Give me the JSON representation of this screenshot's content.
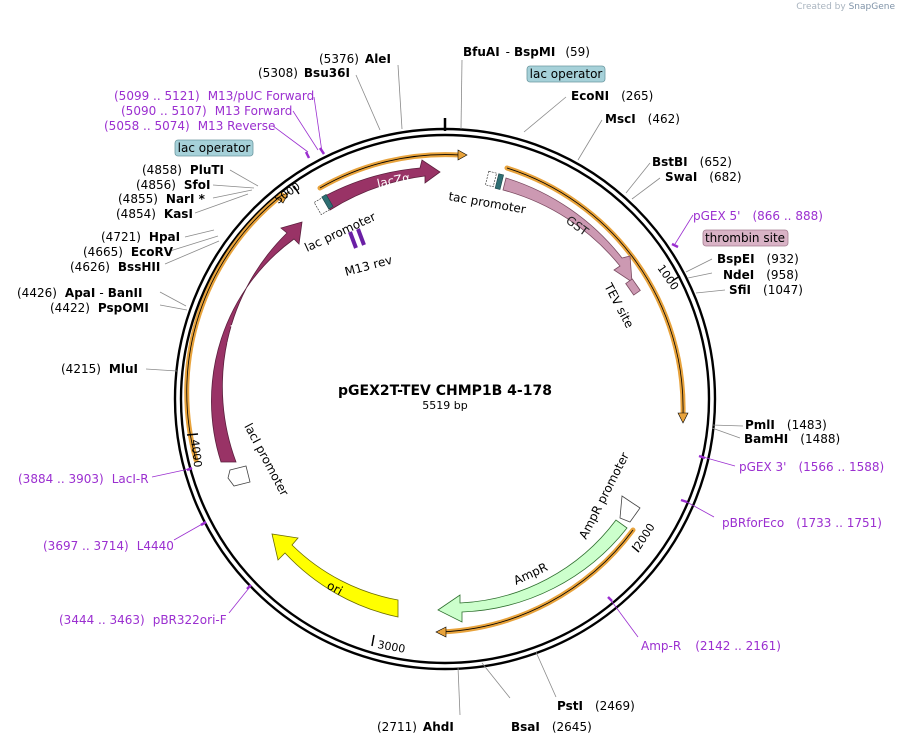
{
  "watermark": {
    "prefix": "Created by",
    "brand": "SnapGene"
  },
  "plasmid": {
    "name": "pGEX2T-TEV CHMP1B 4-178",
    "length_label": "5519 bp"
  },
  "ticks": [
    "1000",
    "2000",
    "3000",
    "4000",
    "5000"
  ],
  "sites": [
    {
      "id": "alei",
      "name": "AleI",
      "pos": "(5376)"
    },
    {
      "id": "bsu36i",
      "name": "Bsu36I",
      "pos": "(5308)"
    },
    {
      "id": "bfuai",
      "name": "BfuAI",
      "sep": "-",
      "name2": "BspMI",
      "pos": "(59)"
    },
    {
      "id": "econi",
      "name": "EcoNI",
      "pos": "(265)"
    },
    {
      "id": "msci",
      "name": "MscI",
      "pos": "(462)"
    },
    {
      "id": "bstbi",
      "name": "BstBI",
      "pos": "(652)"
    },
    {
      "id": "swai",
      "name": "SwaI",
      "pos": "(682)"
    },
    {
      "id": "bspei",
      "name": "BspEI",
      "pos": "(932)"
    },
    {
      "id": "ndei",
      "name": "NdeI",
      "pos": "(958)"
    },
    {
      "id": "sfii",
      "name": "SfiI",
      "pos": "(1047)"
    },
    {
      "id": "pmli",
      "name": "PmlI",
      "pos": "(1483)"
    },
    {
      "id": "bamhi",
      "name": "BamHI",
      "pos": "(1488)"
    },
    {
      "id": "psti",
      "name": "PstI",
      "pos": "(2469)"
    },
    {
      "id": "bsai",
      "name": "BsaI",
      "pos": "(2645)"
    },
    {
      "id": "ahdi",
      "name": "AhdI",
      "pos": "(2711)"
    },
    {
      "id": "mlui",
      "name": "MluI",
      "pos": "(4215)"
    },
    {
      "id": "apai",
      "name": "ApaI",
      "sep": "-",
      "name2": "BanII",
      "pos": "(4426)"
    },
    {
      "id": "pspomi",
      "name": "PspOMI",
      "pos": "(4422)"
    },
    {
      "id": "bsshii",
      "name": "BssHII",
      "pos": "(4626)"
    },
    {
      "id": "ecorv",
      "name": "EcoRV",
      "pos": "(4665)"
    },
    {
      "id": "hpai",
      "name": "HpaI",
      "pos": "(4721)"
    },
    {
      "id": "kasi",
      "name": "KasI",
      "pos": "(4854)"
    },
    {
      "id": "nari",
      "name": "NarI *",
      "pos": "(4855)"
    },
    {
      "id": "sfoi",
      "name": "SfoI",
      "pos": "(4856)"
    },
    {
      "id": "pluti",
      "name": "PluTI",
      "pos": "(4858)"
    }
  ],
  "primers": [
    {
      "id": "m13puc-forward",
      "name": "M13/pUC Forward",
      "range": "(5099 .. 5121)"
    },
    {
      "id": "m13-forward",
      "name": "M13 Forward",
      "range": "(5090 .. 5107)"
    },
    {
      "id": "m13-reverse",
      "name": "M13 Reverse",
      "range": "(5058 .. 5074)"
    },
    {
      "id": "pgex5",
      "name": "pGEX 5'",
      "range": "(866 .. 888)"
    },
    {
      "id": "pgex3",
      "name": "pGEX 3'",
      "range": "(1566 .. 1588)"
    },
    {
      "id": "pbrforeco",
      "name": "pBRforEco",
      "range": "(1733 .. 1751)"
    },
    {
      "id": "amp-r",
      "name": "Amp-R",
      "range": "(2142 .. 2161)"
    },
    {
      "id": "pbr322ori-f",
      "name": "pBR322ori-F",
      "range": "(3444 .. 3463)"
    },
    {
      "id": "l4440",
      "name": "L4440",
      "range": "(3697 .. 3714)"
    },
    {
      "id": "laci-r",
      "name": "LacI-R",
      "range": "(3884 .. 3903)"
    }
  ],
  "boxed_labels": {
    "lac_operator_top": "lac operator",
    "lac_operator_left": "lac operator",
    "thrombin_site": "thrombin site"
  },
  "features": {
    "lacz_alpha": "lacZα",
    "tac_promoter": "tac promoter",
    "gst": "GST",
    "tev_site": "TEV site",
    "lac_promoter": "lac promoter",
    "m13_rev": "M13 rev",
    "laci": "lacI",
    "laci_promoter": "lacI promoter",
    "ori": "ori",
    "ampr": "AmpR",
    "ampr_promoter": "AmpR promoter"
  },
  "colors": {
    "enzyme_text": "#000000",
    "primer_text": "#9b2fd0",
    "primer_mark": "#9b2fd0",
    "orf_arc": "#e8a33c",
    "lacz": "#993366",
    "laci": "#993366",
    "gst": "#cc99b2",
    "ori": "#ffff00",
    "ampr": "#ccffcc",
    "operator_box": "#a6d1d9",
    "thrombin_box": "#d9b3c6",
    "promoter_white": "#ffffff"
  }
}
